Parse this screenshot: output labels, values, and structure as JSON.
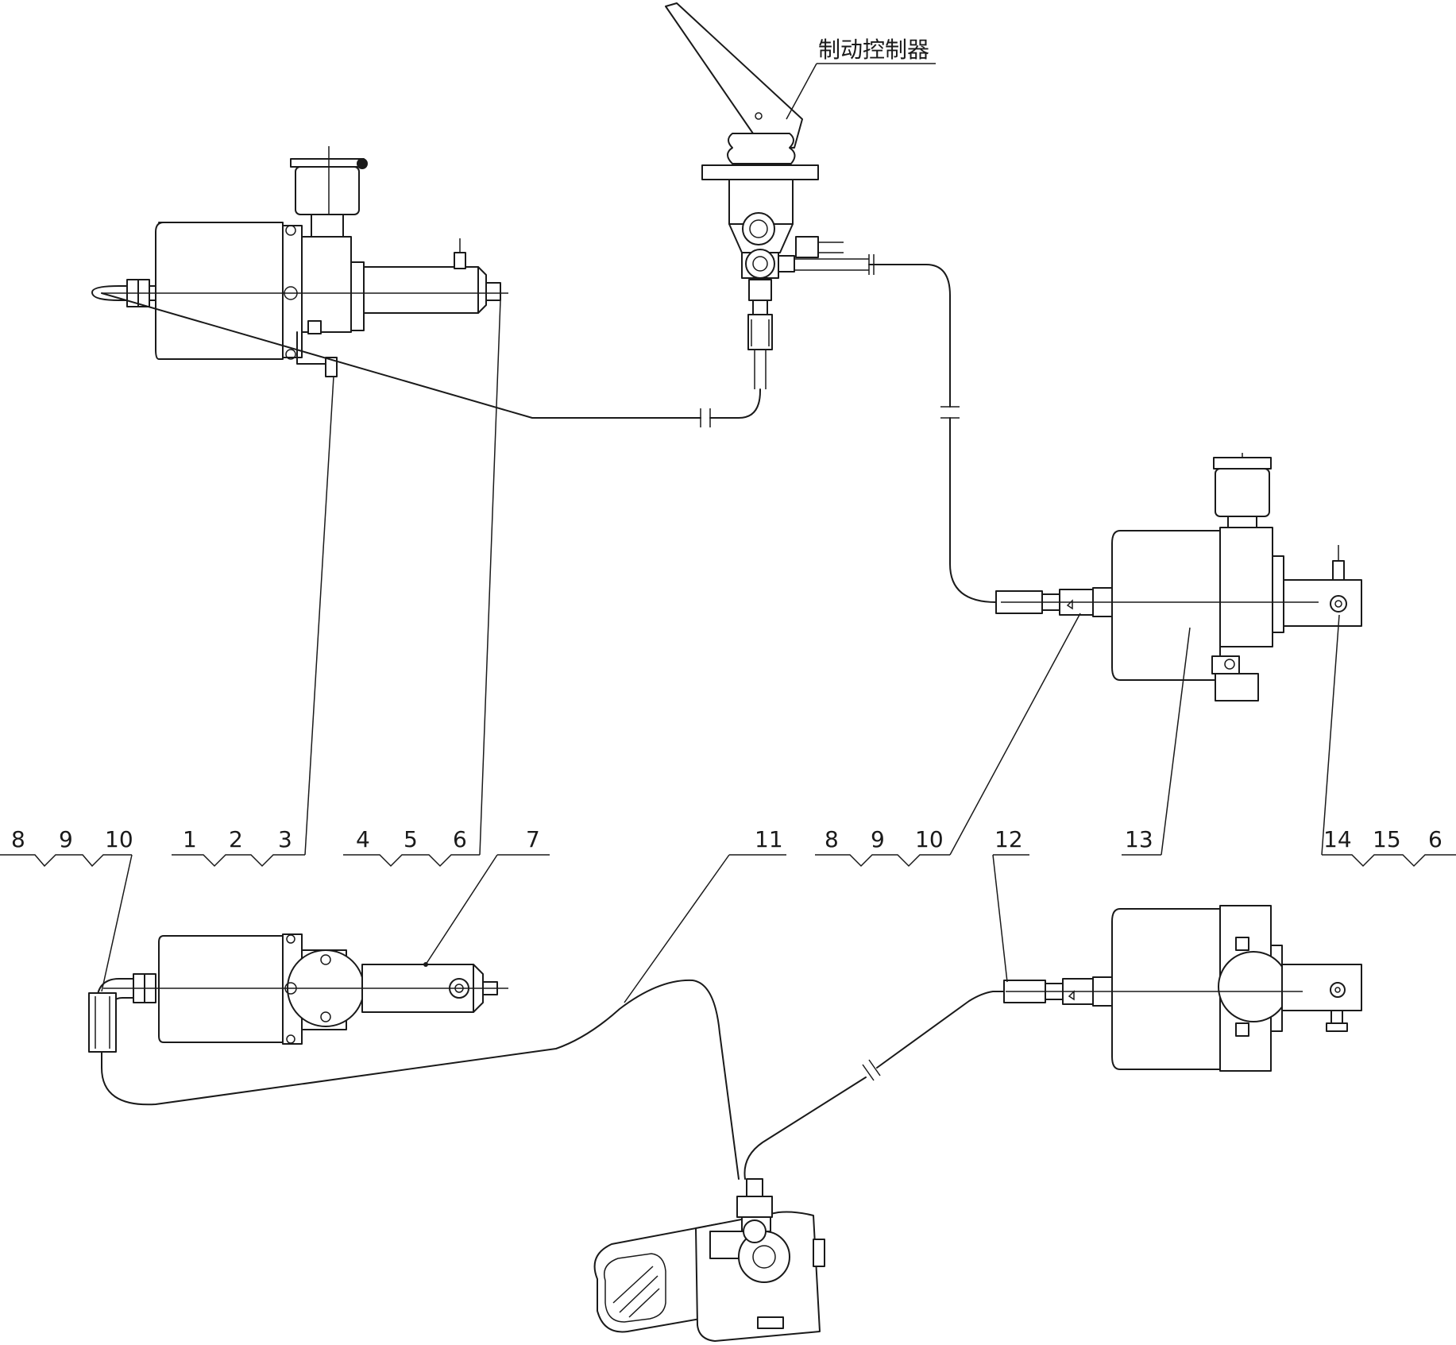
{
  "title": "制动控制器",
  "label_groups": [
    {
      "id": "group-8-9-10-left",
      "numbers": [
        "8",
        "9",
        "10"
      ]
    },
    {
      "id": "group-1-2-3",
      "numbers": [
        "1",
        "2",
        "3"
      ]
    },
    {
      "id": "group-4-5-6",
      "numbers": [
        "4",
        "5",
        "6"
      ]
    },
    {
      "id": "group-7",
      "numbers": [
        "7"
      ]
    },
    {
      "id": "group-11",
      "numbers": [
        "11"
      ]
    },
    {
      "id": "group-8-9-10-right",
      "numbers": [
        "8",
        "9",
        "10"
      ]
    },
    {
      "id": "group-12",
      "numbers": [
        "12"
      ]
    },
    {
      "id": "group-13",
      "numbers": [
        "13"
      ]
    },
    {
      "id": "group-14-15-6",
      "numbers": [
        "14",
        "15",
        "6"
      ]
    }
  ]
}
